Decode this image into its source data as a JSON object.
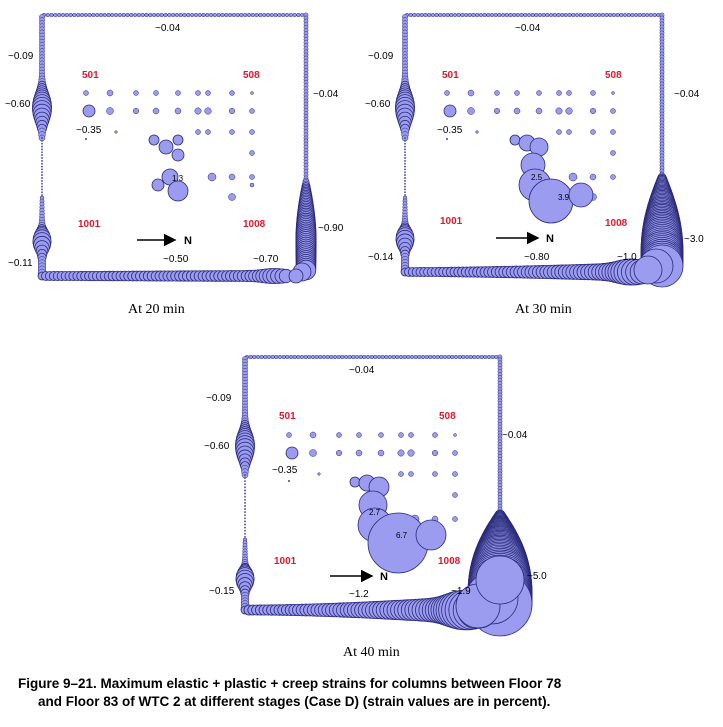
{
  "colors": {
    "bubble_fill": "#9b9bf0",
    "bubble_stroke": "#2a2a7a",
    "marker_red": "#e0182d"
  },
  "panels": [
    {
      "stage_label": "At 20 min",
      "corner_markers": [
        "501",
        "508",
        "1001",
        "1008"
      ],
      "north_label": "N",
      "labels": [
        "~0.04",
        "~0.09",
        "~0.60",
        "~0.35",
        "~0.04",
        "~0.90",
        "~0.11",
        "~0.50",
        "~0.70"
      ],
      "bubble_values": [
        "1.3"
      ]
    },
    {
      "stage_label": "At 30 min",
      "corner_markers": [
        "501",
        "508",
        "1001",
        "1008"
      ],
      "north_label": "N",
      "labels": [
        "~0.04",
        "~0.09",
        "~0.60",
        "~0.35",
        "~0.04",
        "~3.0",
        "~0.14",
        "~0.80",
        "~1.0"
      ],
      "bubble_values": [
        "2.5",
        "3.9"
      ]
    },
    {
      "stage_label": "At 40 min",
      "corner_markers": [
        "501",
        "508",
        "1001",
        "1008"
      ],
      "north_label": "N",
      "labels": [
        "~0.04",
        "~0.09",
        "~0.60",
        "~0.35",
        "~0.04",
        "~5.0",
        "~0.15",
        "~1.2",
        "~1.9"
      ],
      "bubble_values": [
        "2.7",
        "6.7"
      ]
    }
  ],
  "caption": {
    "line1": "Figure 9–21.  Maximum elastic + plastic + creep strains for columns between Floor 78",
    "line2": "and Floor 83 of WTC 2 at different stages (Case D) (strain values are in percent)."
  }
}
